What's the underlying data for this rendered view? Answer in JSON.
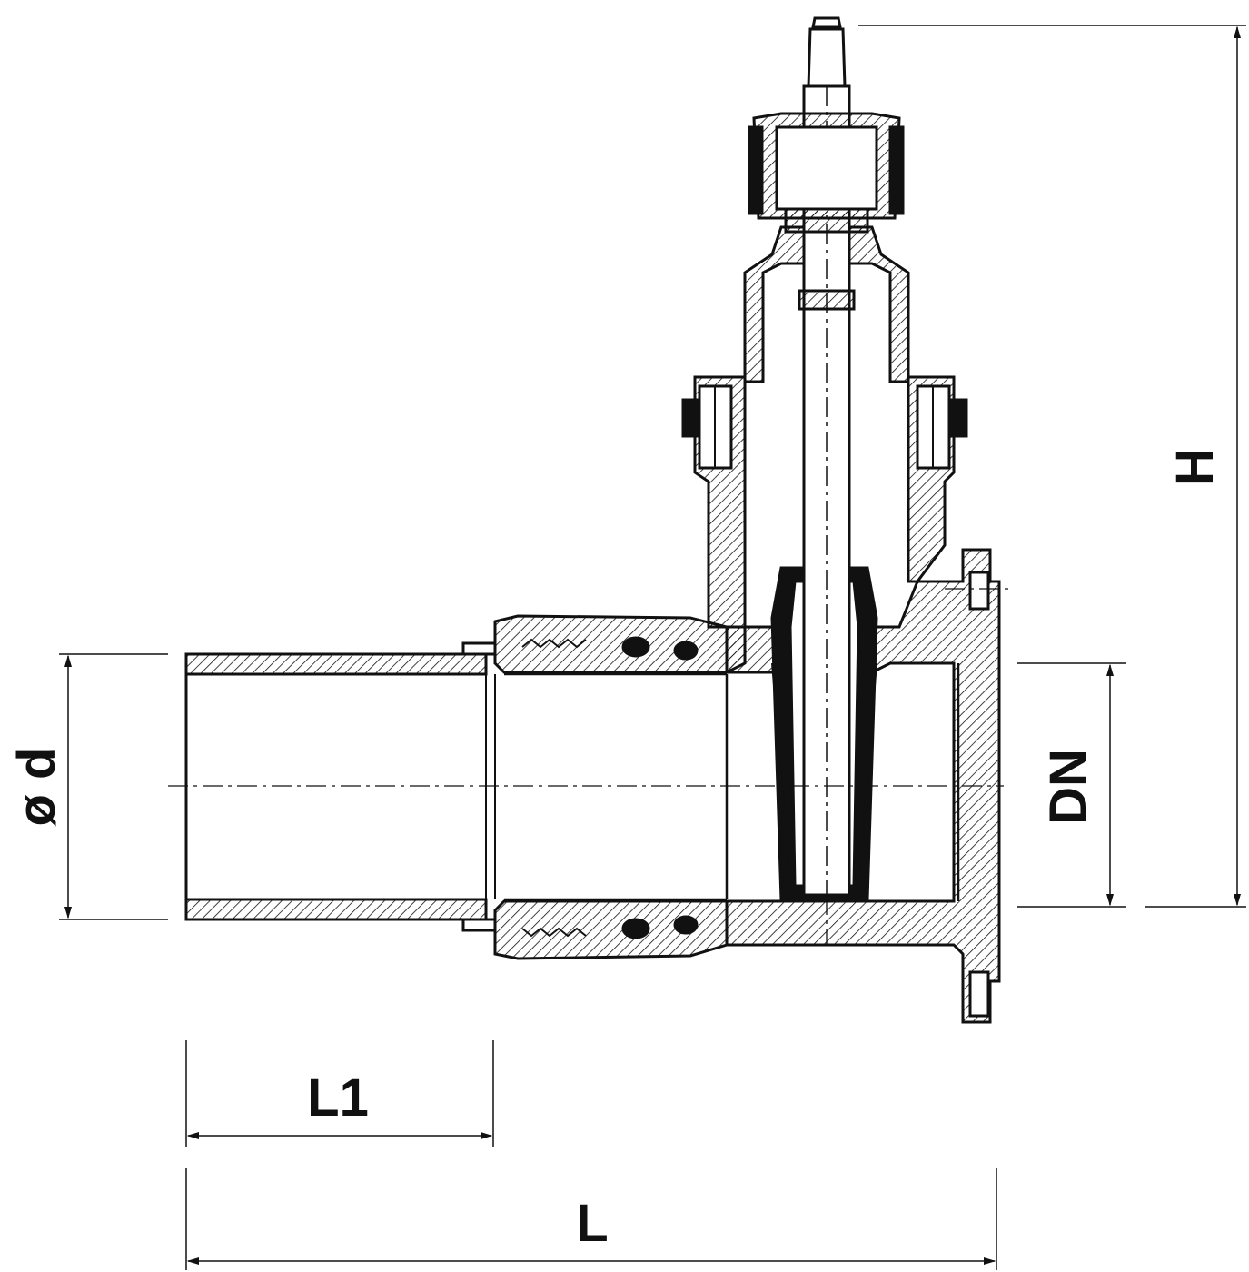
{
  "dimensions": {
    "overall_length": "L",
    "socket_length": "L1",
    "pipe_diameter": "ø d",
    "nominal_diameter": "DN",
    "height": "H"
  },
  "colors": {
    "line": "#111111",
    "hatch": "#111111",
    "background": "#ffffff"
  }
}
